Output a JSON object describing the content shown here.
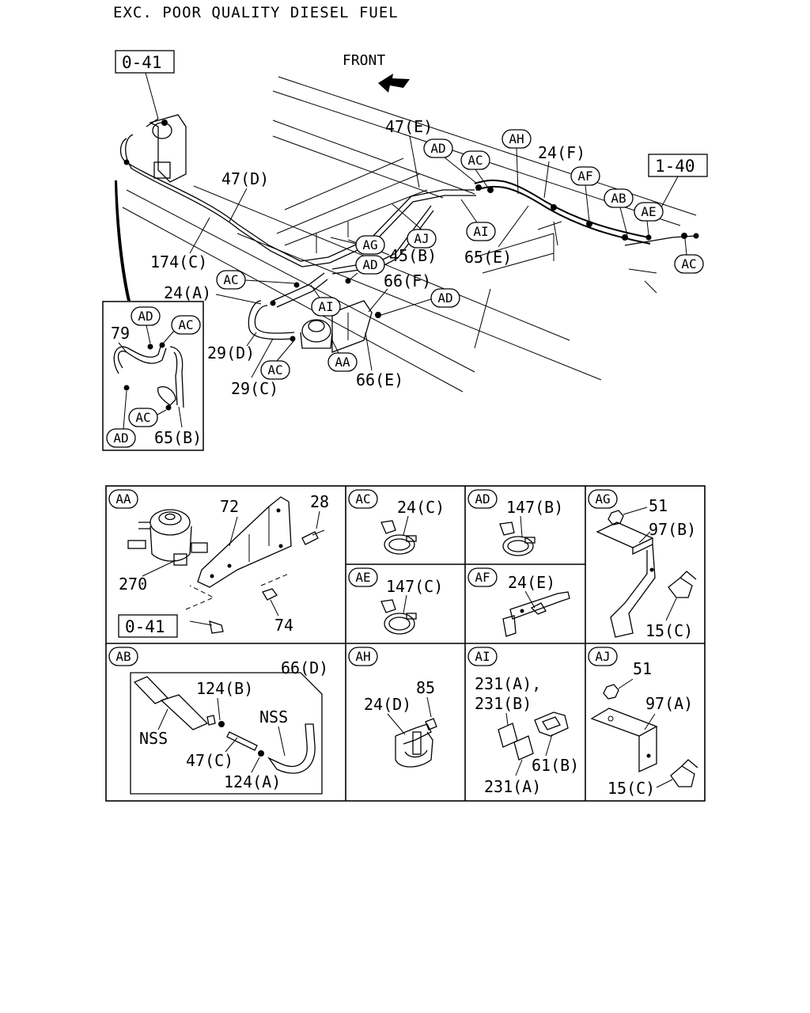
{
  "title": "EXC. POOR QUALITY DIESEL FUEL",
  "front_label": "FRONT",
  "ref_boxes": {
    "top_left": "0-41",
    "top_right": "1-40",
    "aa_cell": "0-41"
  },
  "main_labels": {
    "l_47e": "47(E)",
    "l_24f": "24(F)",
    "l_47d": "47(D)",
    "l_174c": "174(C)",
    "l_45b": "45(B)",
    "l_65e": "65(E)",
    "l_66f": "66(F)",
    "l_24a": "24(A)",
    "l_29d": "29(D)",
    "l_29c": "29(C)",
    "l_66e": "66(E)",
    "l_79": "79",
    "l_65b": "65(B)"
  },
  "callouts": {
    "c_ad1": "AD",
    "c_ac1": "AC",
    "c_ah": "AH",
    "c_af": "AF",
    "c_ab": "AB",
    "c_ae": "AE",
    "c_ac2": "AC",
    "c_ag": "AG",
    "c_aj": "AJ",
    "c_ai1": "AI",
    "c_ad2": "AD",
    "c_ac3": "AC",
    "c_ai2": "AI",
    "c_ad3": "AD",
    "c_ac4": "AC",
    "c_aa": "AA",
    "inset_ad1": "AD",
    "inset_ac1": "AC",
    "inset_ac2": "AC",
    "inset_ad2": "AD"
  },
  "detail_cells": [
    {
      "id": "AA",
      "labels": [
        "72",
        "28",
        "270",
        "74"
      ]
    },
    {
      "id": "AC",
      "labels": [
        "24(C)"
      ]
    },
    {
      "id": "AD",
      "labels": [
        "147(B)"
      ]
    },
    {
      "id": "AG",
      "labels": [
        "51",
        "97(B)",
        "15(C)"
      ]
    },
    {
      "id": "AE",
      "labels": [
        "147(C)"
      ]
    },
    {
      "id": "AF",
      "labels": [
        "24(E)"
      ]
    },
    {
      "id": "AB",
      "labels": [
        "66(D)",
        "124(B)",
        "NSS",
        "NSS",
        "47(C)",
        "124(A)"
      ]
    },
    {
      "id": "AH",
      "labels": [
        "24(D)",
        "85"
      ]
    },
    {
      "id": "AI",
      "labels": [
        "231(A),",
        "231(B)",
        "61(B)",
        "231(A)"
      ]
    },
    {
      "id": "AJ",
      "labels": [
        "51",
        "97(A)",
        "15(C)"
      ]
    }
  ]
}
